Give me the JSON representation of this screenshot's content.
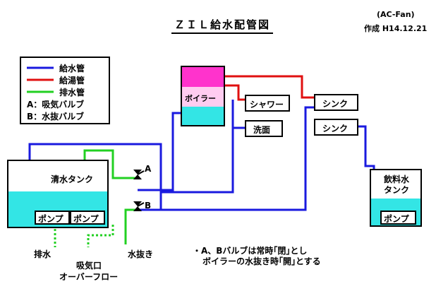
{
  "title": "ＺＩＬ給水配管図",
  "author": "(AC-Fan)",
  "created": "作成 H14.12.21",
  "legend": {
    "supply": "給水管",
    "hot": "給湯管",
    "drain": "排水管",
    "valve_a": "A：吸気バルブ",
    "valve_b": "B：水抜バルブ"
  },
  "components": {
    "boiler": "ボイラー",
    "shower": "シャワー",
    "washbasin": "洗面",
    "sink1": "シンク",
    "sink2": "シンク",
    "fresh_tank": "清水タンク",
    "pump1": "ポンプ",
    "pump2": "ポンプ",
    "drinking_tank_line1": "飲料水",
    "drinking_tank_line2": "タンク",
    "pump3": "ポンプ",
    "valve_a": "A",
    "valve_b": "B"
  },
  "outlets": {
    "drain": "排水",
    "air_inlet": "吸気口",
    "overflow": "オーバーフロー",
    "water_drain": "水抜き"
  },
  "note_line1": "・A、Bバルブは常時｢閉｣とし",
  "note_line2": "ボイラーの水抜き時｢開｣とする",
  "colors": {
    "supply": "#1a1adf",
    "hot": "#e01010",
    "drain": "#22d022",
    "water": "#33e5e5",
    "boiler_top": "#ff33cc",
    "boiler_mid": "#ffccf0"
  }
}
